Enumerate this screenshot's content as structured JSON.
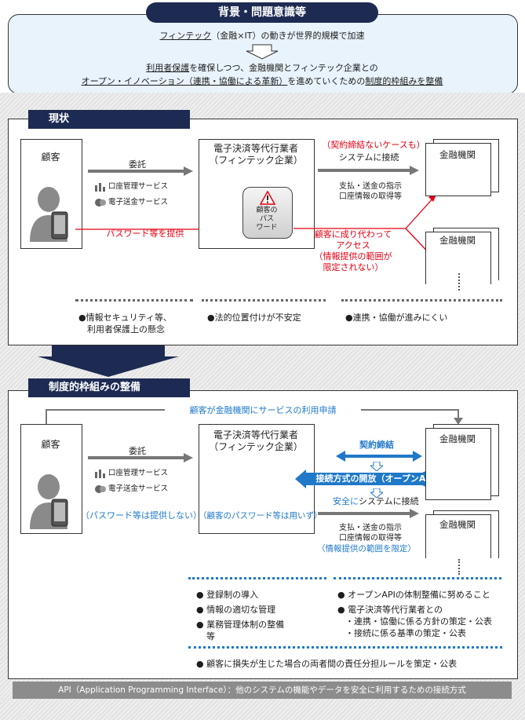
{
  "header": {
    "title": "背景・問題意識等",
    "line1_fintech": "フィンテック",
    "line1_rest": "（金融×IT）の動きが世界的規模で加速",
    "line2_a": "利用者保護",
    "line2_b": "を確保しつつ、金融機関とフィンテック企業との",
    "line3_a": "オープン・イノベーション（連携・協働による革新）",
    "line3_b": "を進めていくための",
    "line3_c": "制度的枠組みを整備"
  },
  "current": {
    "tab": "現状",
    "customer": "顧客",
    "entrust": "委託",
    "svc1": "口座管理サービス",
    "svc2": "電子送金サービス",
    "password_provide": "パスワード等を提供",
    "provider_l1": "電子決済等代行業者",
    "provider_l2": "（フィンテック企業）",
    "warn_l1": "顧客の",
    "warn_l2": "パス",
    "warn_l3": "ワード",
    "no_contract": "（契約締結ないケースも）",
    "connect": "システムに接続",
    "instr_l1": "支払・送金の指示",
    "instr_l2": "口座情報の取得等",
    "impersonate_l1": "顧客に成り代わって",
    "impersonate_l2": "アクセス",
    "impersonate_l3": "（情報提供の範囲が",
    "impersonate_l4": "限定されない）",
    "bank1": "金融機関",
    "bank2": "金融機関",
    "vdots": "…",
    "issue1_l1": "●情報セキュリティ等、",
    "issue1_l2": "利用者保護上の懸念",
    "issue2": "●法的位置付けが不安定",
    "issue3": "●連携・協働が進みにくい"
  },
  "framework": {
    "tab": "制度的枠組みの整備",
    "apply": "顧客が金融機関にサービスの利用申請",
    "customer": "顧客",
    "entrust": "委託",
    "svc1": "口座管理サービス",
    "svc2": "電子送金サービス",
    "no_password": "（パスワード等は提供しない）",
    "provider_l1": "電子決済等代行業者",
    "provider_l2": "（フィンテック企業）",
    "no_password_use": "（顧客のパスワード等は用いず）",
    "contract": "契約締結",
    "open_api": "接続方式の開放（オープンAPI）",
    "safe_a": "安全に",
    "safe_b": "システムに接続",
    "instr_l1": "支払・送金の指示",
    "instr_l2": "口座情報の取得等",
    "limited": "（情報提供の範囲を限定）",
    "bank1": "金融機関",
    "bank2": "金融機関",
    "vdots": "…",
    "m1": "● 登録制の導入",
    "m2": "● 情報の適切な管理",
    "m3_l1": "● 業務管理体制の整備",
    "m3_l2": "等",
    "m4": "● オープンAPIの体制整備に努めること",
    "m5": "● 電子決済等代行業者との",
    "m5_a": "・連携・協働に係る方針の策定・公表",
    "m5_b": "・接続に係る基準の策定・公表",
    "m6": "● 顧客に損失が生じた場合の両者間の責任分担ルールを策定・公表"
  },
  "footer": "API（Application Programming Interface）：他のシステムの機能やデータを安全に利用するための接続方式",
  "colors": {
    "navy": "#1d2b53",
    "red": "#e60012",
    "blue": "#1f78c8",
    "light_blue": "#e8f3fb",
    "grey_bg": "#e9e9e9"
  }
}
